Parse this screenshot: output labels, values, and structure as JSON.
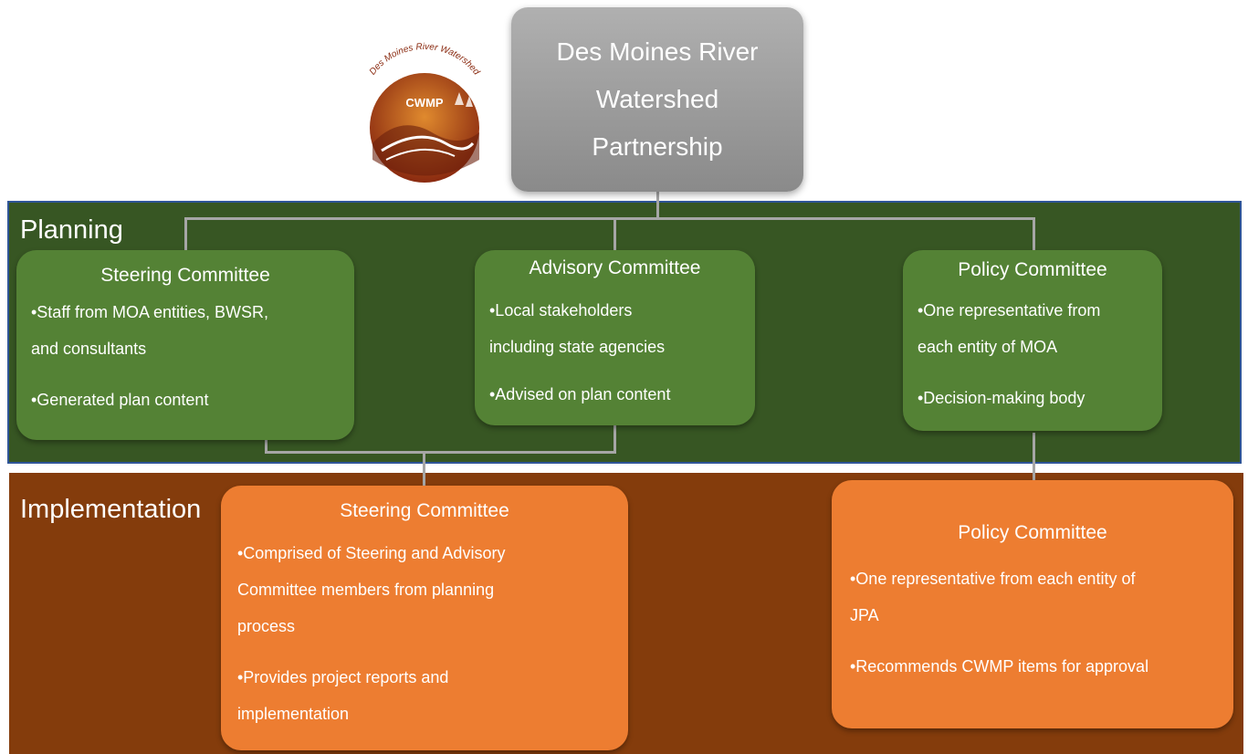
{
  "logo": {
    "arc_text": "Des Moines River Watershed",
    "center_text": "CWMP"
  },
  "top": {
    "lines": [
      "Des Moines River",
      "Watershed",
      "Partnership"
    ]
  },
  "planning": {
    "label": "Planning",
    "steering": {
      "title": "Steering Committee",
      "bullets": [
        "•Staff from MOA entities, BWSR,",
        "and consultants",
        "•Generated plan content"
      ]
    },
    "advisory": {
      "title": "Advisory Committee",
      "bullets": [
        "•Local stakeholders",
        "including state agencies",
        "•Advised on plan content"
      ]
    },
    "policy": {
      "title": "Policy Committee",
      "bullets": [
        "•One representative from",
        "each entity of MOA",
        "•Decision-making body"
      ]
    }
  },
  "implementation": {
    "label": "Implementation",
    "steering": {
      "title": "Steering Committee",
      "bullets": [
        "•Comprised of Steering and Advisory",
        "Committee members from planning",
        "process",
        "•Provides project reports and",
        "implementation"
      ]
    },
    "policy": {
      "title": "Policy Committee",
      "bullets": [
        "•One representative from each entity of",
        "JPA",
        "•Recommends CWMP items for approval"
      ]
    }
  },
  "colors": {
    "planning_band": "#375623",
    "implementation_band": "#843c0c",
    "green_box": "#548235",
    "orange_box": "#ed7d31",
    "top_box": "#a5a5a5",
    "connector": "#a6a6a6"
  }
}
